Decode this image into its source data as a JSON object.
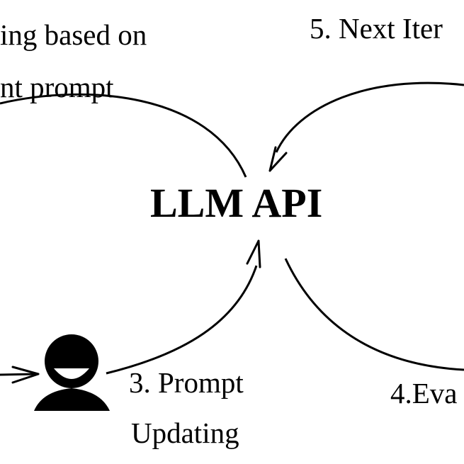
{
  "center": {
    "title": "LLM API"
  },
  "labels": {
    "top_left_line1": "ing based on",
    "top_left_line2": "nt prompt",
    "top_right": "5. Next Iter",
    "bottom_center_line1": "3. Prompt",
    "bottom_center_line2": "Updating",
    "bottom_right": "4.Eva"
  },
  "icons": {
    "user": "user-icon"
  },
  "colors": {
    "ink": "#000000",
    "background": "#ffffff"
  }
}
